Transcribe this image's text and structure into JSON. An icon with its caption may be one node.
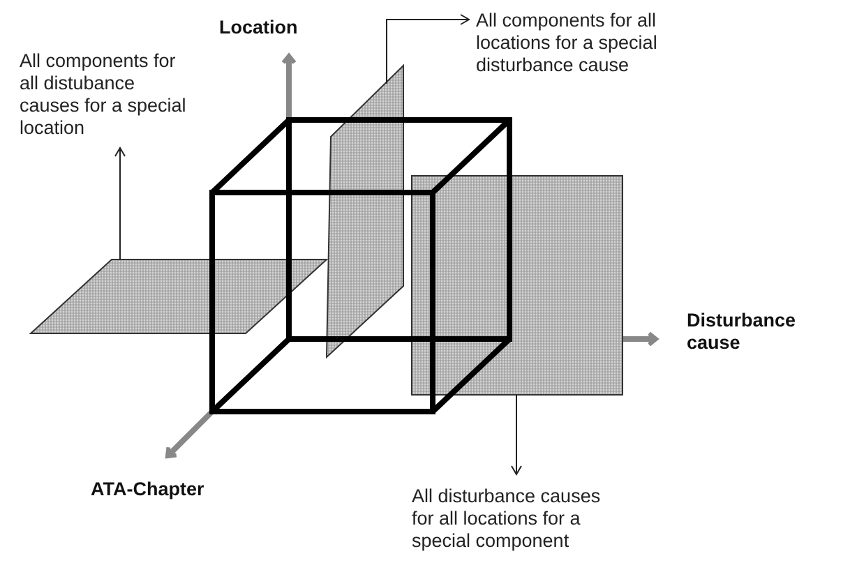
{
  "diagram": {
    "nodes": [
      {
        "text": [
          "All components for all distubance causes for a special location"
        ]
      },
      {
        "text": [
          "All components for all locations for a special disturbance cause"
        ]
      },
      {
        "text": [
          "All disturbance causes for all locations for a special component"
        ]
      },
      {
        "text": [],
        "shape": "parallelogram"
      },
      {
        "text": [],
        "shape": "parallelogram"
      },
      {
        "text": [],
        "shape": "box"
      }
    ],
    "edges": [
      {
        "from": 3,
        "to": 0,
        "arrow": "to"
      },
      {
        "from": 4,
        "to": 1,
        "arrow": "to"
      },
      {
        "from": 5,
        "to": 2,
        "arrow": "to"
      }
    ],
    "labels": [
      "Location",
      "Disturbance cause",
      "ATA-Chapter"
    ]
  }
}
